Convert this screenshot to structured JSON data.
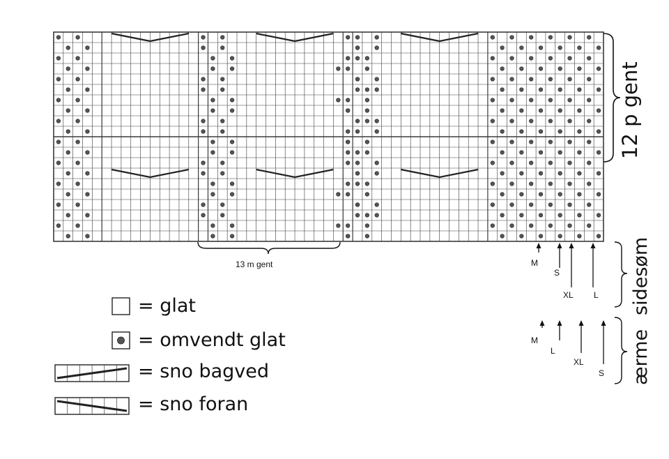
{
  "chart": {
    "repeat_rows_label": "12 p gent",
    "repeat_stitches_label": "13 m gent",
    "side_seam_label": "sidesøm",
    "sleeve_label": "ærme",
    "side_seam_sizes": [
      "M",
      "S",
      "XL",
      "L"
    ],
    "sleeve_sizes": [
      "M",
      "L",
      "XL",
      "S"
    ]
  },
  "legend": [
    {
      "symbol": "empty-square",
      "text": "= glat"
    },
    {
      "symbol": "dot-square",
      "text": "= omvendt glat"
    },
    {
      "symbol": "cable-back",
      "text": "= sno bagved"
    },
    {
      "symbol": "cable-front",
      "text": "= sno foran"
    }
  ],
  "colors": {
    "grid": "#3a3a3a",
    "dot": "#555555",
    "ink": "#111111"
  }
}
